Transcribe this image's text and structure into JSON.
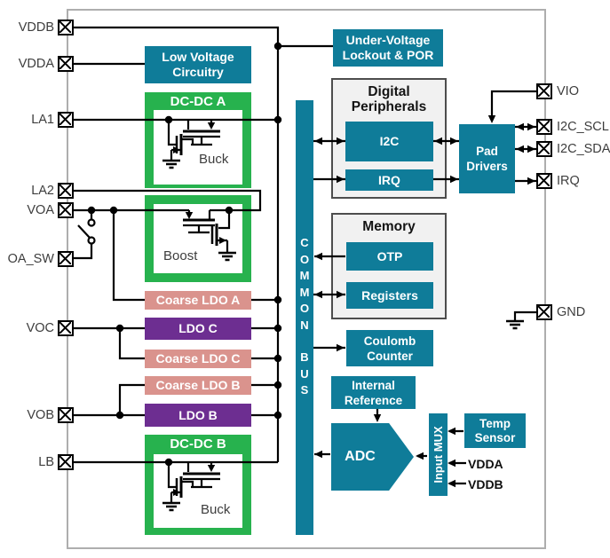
{
  "pins": {
    "left": [
      "VDDB",
      "VDDA",
      "LA1",
      "LA2",
      "VOA",
      "OA_SW",
      "VOC",
      "VOB",
      "LB"
    ],
    "right": [
      "VIO",
      "I2C_SCL",
      "I2C_SDA",
      "IRQ",
      "GND"
    ]
  },
  "blocks": {
    "low_voltage": "Low Voltage Circuitry",
    "dcdc_a": "DC-DC A",
    "buck_a": "Buck",
    "boost": "Boost",
    "coarse_ldo_a": "Coarse LDO A",
    "ldo_c": "LDO C",
    "coarse_ldo_c": "Coarse LDO C",
    "coarse_ldo_b": "Coarse LDO B",
    "ldo_b": "LDO B",
    "dcdc_b": "DC-DC B",
    "buck_b": "Buck",
    "uvlo": "Under-Voltage Lockout & POR",
    "digital_peripherals": "Digital Peripherals",
    "i2c": "I2C",
    "irq": "IRQ",
    "pad_drivers": "Pad Drivers",
    "memory": "Memory",
    "otp": "OTP",
    "registers": "Registers",
    "coulomb_counter": "Coulomb Counter",
    "internal_reference": "Internal Reference",
    "adc": "ADC",
    "input_mux": "Input MUX",
    "temp_sensor": "Temp Sensor"
  },
  "bus": {
    "word_top": "COMMON",
    "word_bottom": "BUS"
  },
  "mux_inputs": {
    "vdda": "VDDA",
    "vddb": "VDDB"
  },
  "colors": {
    "teal": "#0f7c99",
    "green": "#27b24e",
    "salmon": "#da938d",
    "purple": "#6d2e91",
    "wire": "#000000",
    "panel_fill": "#f1f1f1",
    "panel_border": "#4d4d4d",
    "chip_outline": "#aeaeae"
  }
}
